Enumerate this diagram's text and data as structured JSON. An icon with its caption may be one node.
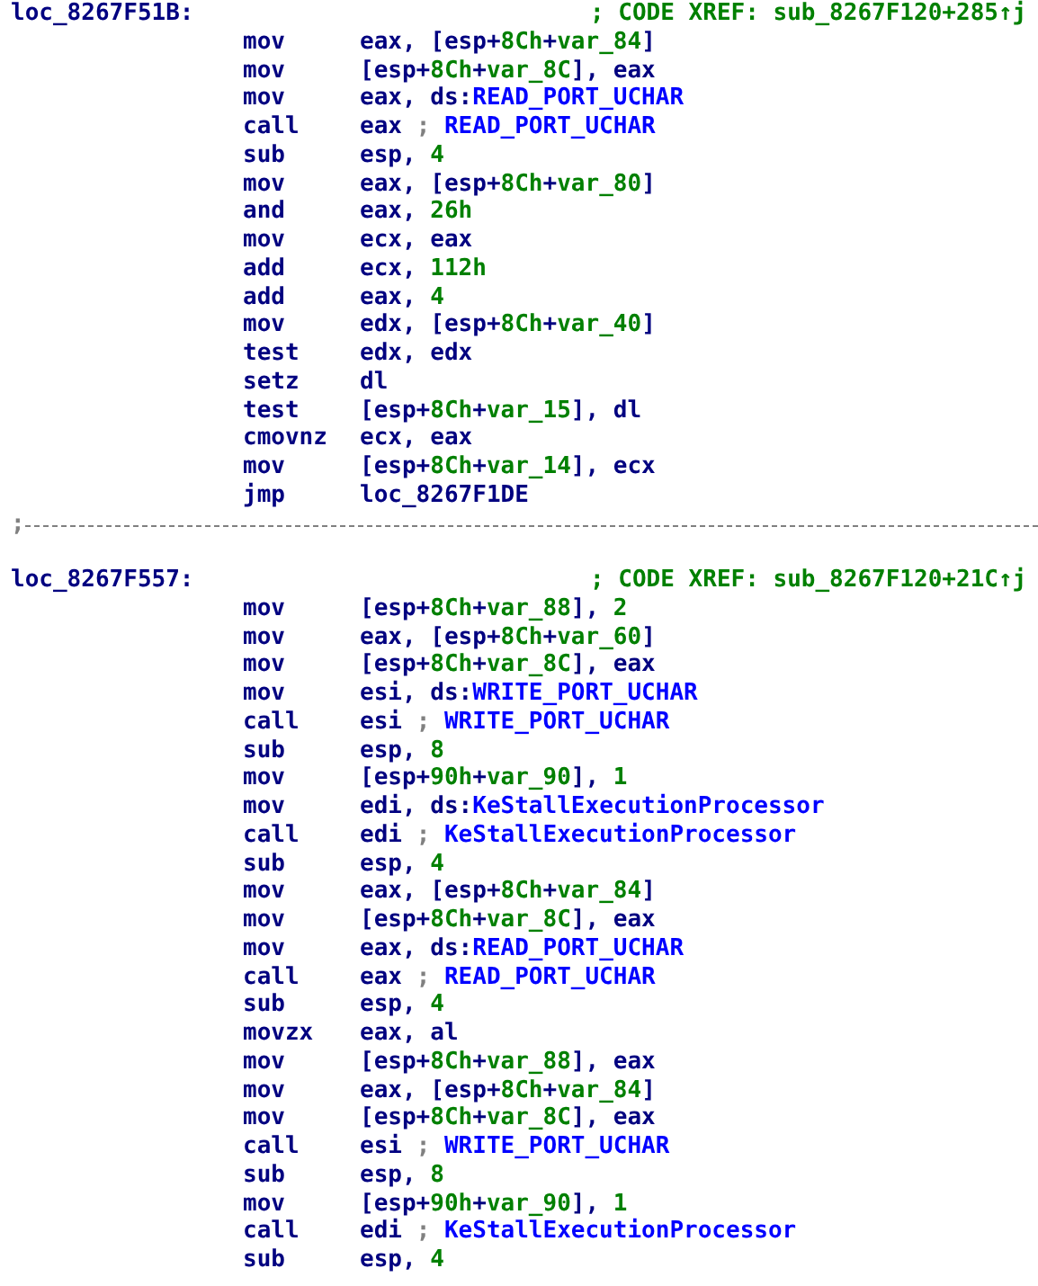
{
  "diagram": {
    "labels": [
      "loc_8267F51B:",
      "; CODE XREF: sub_8267F120+285↑j",
      "mov",
      "eax, [esp+8Ch+var_84]",
      "mov",
      "[esp+8Ch+var_8C], eax",
      "mov",
      "eax, ds:READ_PORT_UCHAR",
      "call",
      "eax ; READ_PORT_UCHAR",
      "sub",
      "esp, 4",
      "mov",
      "eax, [esp+8Ch+var_80]",
      "and",
      "eax, 26h",
      "mov",
      "ecx, eax",
      "add",
      "ecx, 112h",
      "add",
      "eax, 4",
      "mov",
      "edx, [esp+8Ch+var_40]",
      "test",
      "edx, edx",
      "setz",
      "dl",
      "test",
      "[esp+8Ch+var_15], dl",
      "cmovnz",
      "ecx, eax",
      "mov",
      "[esp+8Ch+var_14], ecx",
      "jmp",
      "loc_8267F1DE",
      ";",
      "loc_8267F557:",
      "; CODE XREF: sub_8267F120+21C↑j",
      "mov",
      "[esp+8Ch+var_88], 2",
      "mov",
      "eax, [esp+8Ch+var_60]",
      "mov",
      "[esp+8Ch+var_8C], eax",
      "mov",
      "esi, ds:WRITE_PORT_UCHAR",
      "call",
      "esi ; WRITE_PORT_UCHAR",
      "sub",
      "esp, 8",
      "mov",
      "[esp+90h+var_90], 1",
      "mov",
      "edi, ds:KeStallExecutionProcessor",
      "call",
      "edi ; KeStallExecutionProcessor",
      "sub",
      "esp, 4",
      "mov",
      "eax, [esp+8Ch+var_84]",
      "mov",
      "[esp+8Ch+var_8C], eax",
      "mov",
      "eax, ds:READ_PORT_UCHAR",
      "call",
      "eax ; READ_PORT_UCHAR",
      "sub",
      "esp, 4",
      "movzx",
      "eax, al",
      "mov",
      "[esp+8Ch+var_88], eax",
      "mov",
      "eax, [esp+8Ch+var_84]",
      "mov",
      "[esp+8Ch+var_8C], eax",
      "call",
      "esi ; WRITE_PORT_UCHAR",
      "sub",
      "esp, 8",
      "mov",
      "[esp+90h+var_90], 1",
      "call",
      "edi ; KeStallExecutionProcessor",
      "sub",
      "esp, 4"
    ]
  }
}
